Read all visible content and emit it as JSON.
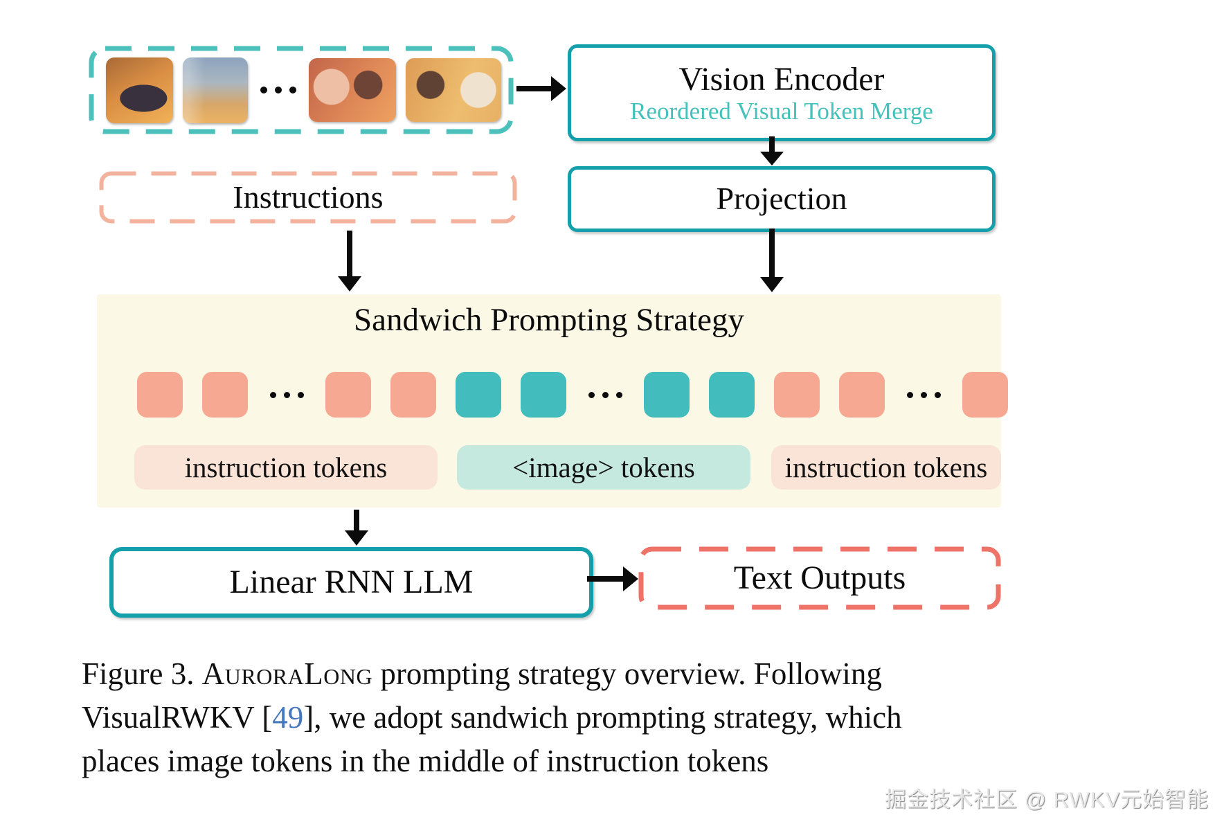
{
  "figure": {
    "frames_panel": {
      "frame_count": 4,
      "ellipsis": "..."
    },
    "vision_encoder": {
      "title": "Vision Encoder",
      "subtitle": "Reordered Visual Token Merge"
    },
    "instructions": {
      "label": "Instructions"
    },
    "projection": {
      "label": "Projection"
    },
    "sandwich": {
      "title": "Sandwich Prompting Strategy",
      "token_groups": [
        {
          "kind": "instruction",
          "label": "instruction tokens",
          "squares_before_ellipsis": 2,
          "squares_after_ellipsis": 2
        },
        {
          "kind": "image",
          "label": "<image> tokens",
          "squares_before_ellipsis": 2,
          "squares_after_ellipsis": 2
        },
        {
          "kind": "instruction",
          "label": "instruction tokens",
          "squares_before_ellipsis": 2,
          "squares_after_ellipsis": 1
        }
      ]
    },
    "llm": {
      "label": "Linear RNN LLM"
    },
    "text_outputs": {
      "label": "Text Outputs"
    }
  },
  "caption": {
    "line1_prefix": "Figure 3.  ",
    "line1_brand": "AuroraLong",
    "line1_suffix": " prompting strategy overview. Following",
    "line2_prefix": "VisualRWKV [",
    "line2_citation": "49",
    "line2_suffix": "], we adopt sandwich prompting strategy, which",
    "line3": "places image tokens in the middle of instruction tokens"
  },
  "watermark": "掘金技术社区 @ RWKV元始智能",
  "colors": {
    "teal_border": "#13a0aa",
    "teal_dashed": "#4cc1bb",
    "teal_token": "#43bcbd",
    "teal_subtitle": "#44c1bb",
    "salmon_dashed": "#f3b29d",
    "coral_dashed": "#ee7266",
    "salmon_token": "#f6a893",
    "pill_peach": "#fae4d7",
    "pill_mint": "#c6e9df",
    "panel_yellow": "#fbf9e6",
    "citation_blue": "#4577bd"
  }
}
